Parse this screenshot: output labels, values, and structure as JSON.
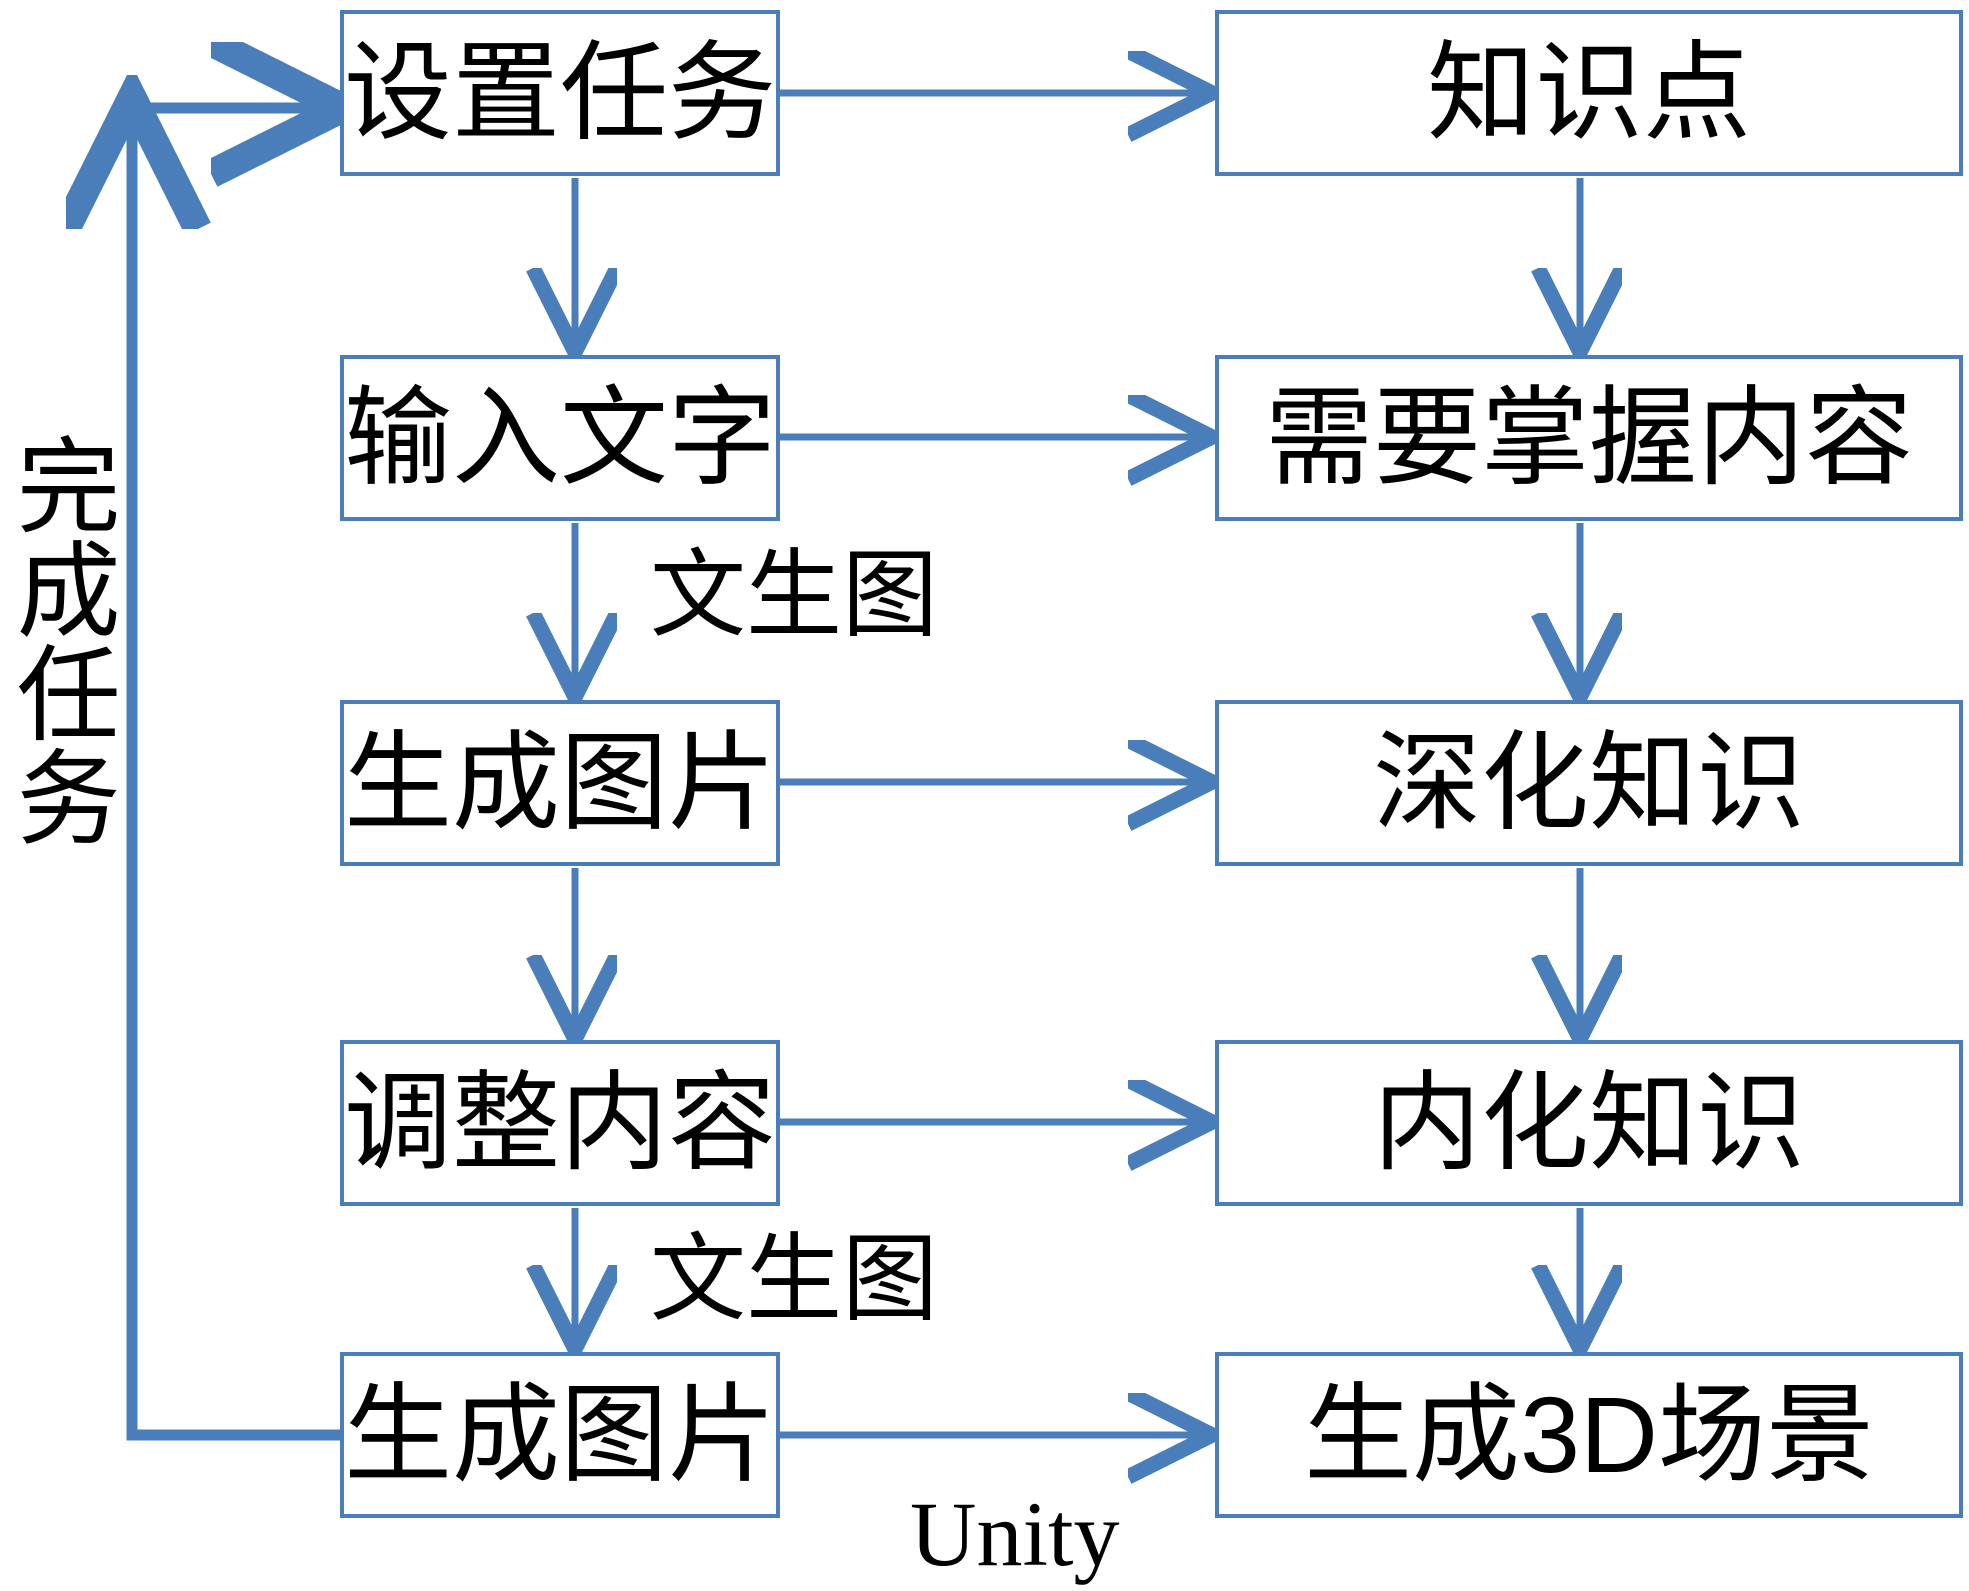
{
  "diagram": {
    "title_text_present": false,
    "colors": {
      "box_border": "#4a7ebb",
      "arrow": "#4a7ebb",
      "text": "#000000",
      "background": "#ffffff"
    },
    "left_column": [
      {
        "id": "set-task",
        "label": "设置任务"
      },
      {
        "id": "input-text",
        "label": "输入文字"
      },
      {
        "id": "generate-image-1",
        "label": "生成图片"
      },
      {
        "id": "adjust-content",
        "label": "调整内容"
      },
      {
        "id": "generate-image-2",
        "label": "生成图片"
      }
    ],
    "right_column": [
      {
        "id": "knowledge-point",
        "label": "知识点"
      },
      {
        "id": "content-to-master",
        "label": "需要掌握内容"
      },
      {
        "id": "deepen-knowledge",
        "label": "深化知识"
      },
      {
        "id": "internalize-knowledge",
        "label": "内化知识"
      },
      {
        "id": "generate-3d-scene",
        "label": "生成3D场景"
      }
    ],
    "edge_labels": {
      "text_to_image_1": "文生图",
      "text_to_image_2": "文生图",
      "unity": "Unity"
    },
    "loop_label": "完成任务"
  }
}
